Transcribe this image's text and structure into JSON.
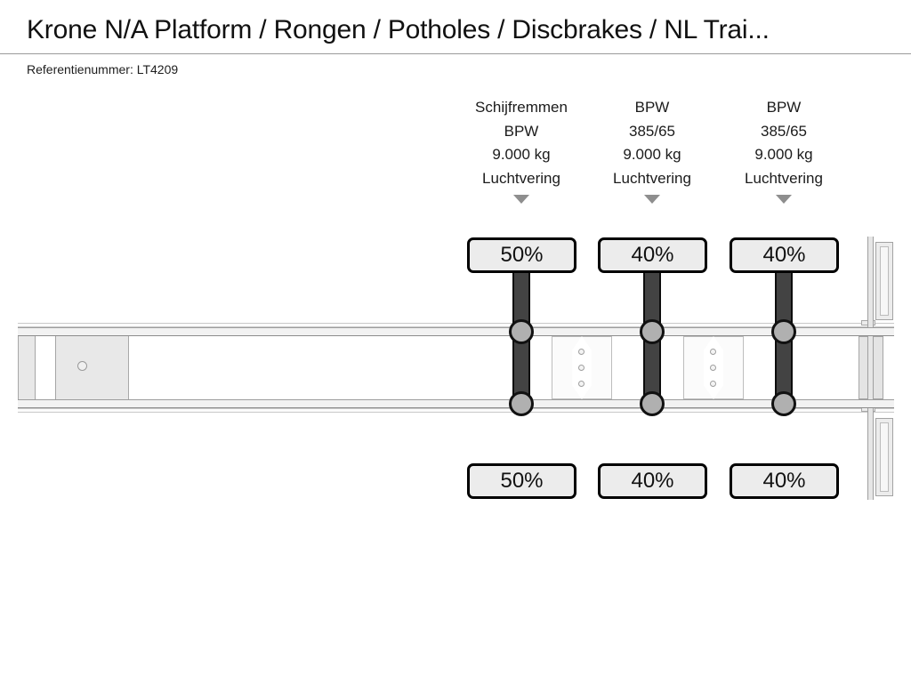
{
  "header": {
    "title": "Krone N/A Platform / Rongen / Potholes / Discbrakes / NL Trai...",
    "reference": "Referentienummer: LT4209"
  },
  "diagram": {
    "type": "trailer-axle-configuration",
    "vehicle": "semi-trailer",
    "axle_count": 3,
    "axles": [
      {
        "id": "axle-1",
        "spec_lines": [
          "Schijfremmen",
          "BPW",
          "9.000 kg",
          "Luchtvering"
        ],
        "brake_type": "Schijfremmen",
        "brand": "BPW",
        "capacity": "9.000 kg",
        "suspension": "Luchtvering",
        "tyre_top": "50%",
        "tyre_bottom": "50%",
        "marker": "down-triangle"
      },
      {
        "id": "axle-2",
        "spec_lines": [
          "BPW",
          "385/65",
          "9.000 kg",
          "Luchtvering"
        ],
        "brand": "BPW",
        "tyre_size": "385/65",
        "capacity": "9.000 kg",
        "suspension": "Luchtvering",
        "tyre_top": "40%",
        "tyre_bottom": "40%",
        "marker": "down-triangle"
      },
      {
        "id": "axle-3",
        "spec_lines": [
          "BPW",
          "385/65",
          "9.000 kg",
          "Luchtvering"
        ],
        "brand": "BPW",
        "tyre_size": "385/65",
        "capacity": "9.000 kg",
        "suspension": "Luchtvering",
        "tyre_top": "40%",
        "tyre_bottom": "40%",
        "marker": "down-triangle"
      }
    ],
    "colors": {
      "axle_bar": "#434343",
      "hub": "#b0b0b0",
      "badge_fill": "#ececec",
      "badge_border": "#000000",
      "chassis_fill": "#f2f2f2",
      "chassis_stroke": "#9d9d9d",
      "marker": "#8e8e8e",
      "background": "#ffffff"
    }
  }
}
